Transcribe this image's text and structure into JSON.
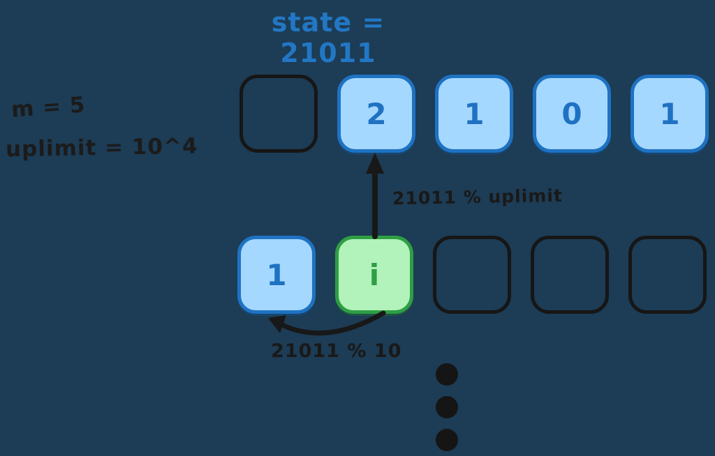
{
  "title": {
    "text": "state = 21011"
  },
  "variables": {
    "m": "m = 5",
    "uplimit": "uplimit = 10^4"
  },
  "rows": {
    "top": {
      "cells": [
        {
          "value": "",
          "style": "empty"
        },
        {
          "value": "2",
          "style": "blue"
        },
        {
          "value": "1",
          "style": "blue"
        },
        {
          "value": "0",
          "style": "blue"
        },
        {
          "value": "1",
          "style": "blue"
        }
      ]
    },
    "bottom": {
      "cells": [
        {
          "value": "1",
          "style": "blue"
        },
        {
          "value": "i",
          "style": "green"
        },
        {
          "value": "",
          "style": "empty"
        },
        {
          "value": "",
          "style": "empty"
        },
        {
          "value": "",
          "style": "empty"
        }
      ]
    }
  },
  "arrows": {
    "up": {
      "label": "21011 % uplimit"
    },
    "curve": {
      "label": "21011 % 10"
    }
  },
  "colors": {
    "background": "#1d3c55",
    "title_blue": "#2277c4",
    "blue_stroke": "#1f72c2",
    "blue_fill": "#a5d8ff",
    "green_stroke": "#2f9e44",
    "green_fill": "#b2f2bb",
    "ink": "#1b1b1b"
  }
}
